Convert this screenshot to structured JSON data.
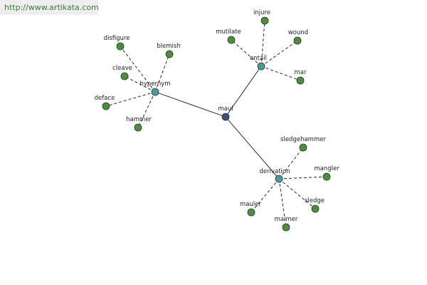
{
  "watermark": "http://www.artikata.com",
  "colors": {
    "center": "#3f4d86",
    "relation": "#4a9a9e",
    "leaf": "#4f8c3e",
    "edge": "#111111"
  },
  "center": {
    "id": "maul",
    "label": "maul"
  },
  "relations": [
    {
      "id": "hypernym",
      "label": "hypernym",
      "leaves": [
        "disfigure",
        "blemish",
        "cleave",
        "deface",
        "hammer"
      ]
    },
    {
      "id": "entail",
      "label": "entail",
      "leaves": [
        "injure",
        "mutilate",
        "wound",
        "mar"
      ]
    },
    {
      "id": "derivation",
      "label": "derivation",
      "leaves": [
        "sledgehammer",
        "mangler",
        "sledge",
        "maimer",
        "mauler"
      ]
    }
  ]
}
